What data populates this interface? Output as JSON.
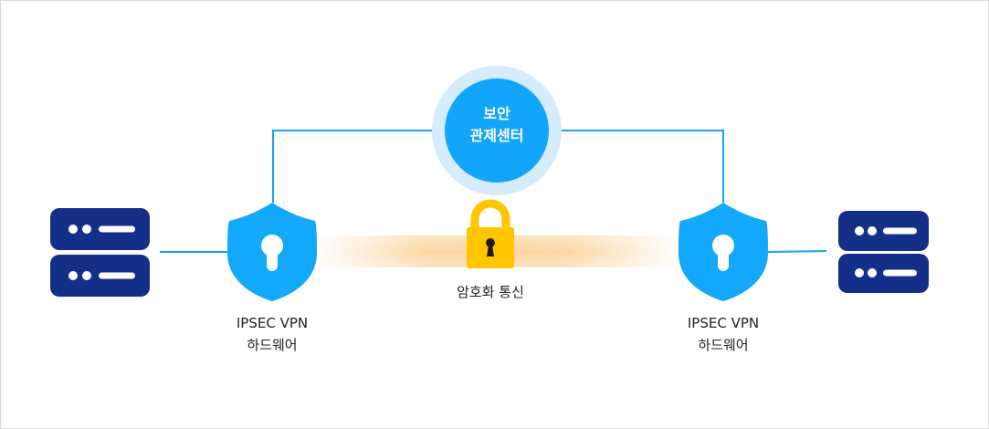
{
  "diagram": {
    "title": "IPSEC VPN network diagram",
    "security_center": {
      "line1": "보안",
      "line2": "관제센터",
      "color": "#12a5fb",
      "halo_color": "#d4ecfc"
    },
    "encrypted_channel": {
      "label": "암호화 통신",
      "lock_color": "#ffc600",
      "band_color": "#fbd39c"
    },
    "left_gateway": {
      "line1": "IPSEC VPN",
      "line2": "하드웨어",
      "shield_color": "#14a8fb"
    },
    "right_gateway": {
      "line1": "IPSEC VPN",
      "line2": "하드웨어",
      "shield_color": "#14a8fb"
    },
    "servers": {
      "color": "#142f88"
    },
    "line_color": "#1aa3ee"
  }
}
